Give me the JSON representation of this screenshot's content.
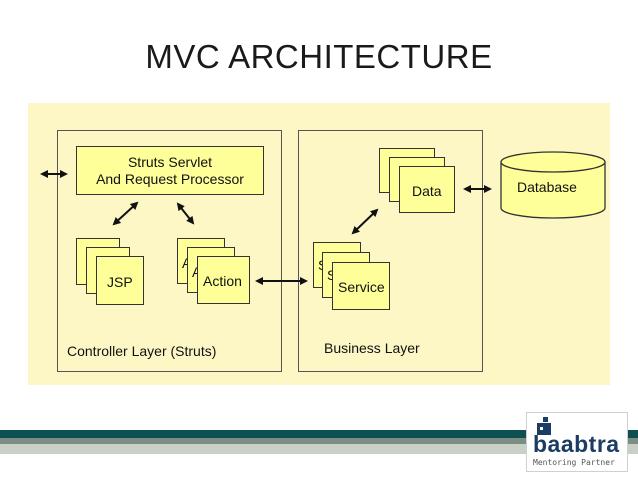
{
  "title": "MVC ARCHITECTURE",
  "diagram": {
    "servlet_line1": "Struts Servlet",
    "servlet_line2": "And Request Processor",
    "jsp_label": "JSP",
    "action_label": "Action",
    "action_stack_peek": "A",
    "service_label": "Service",
    "service_stack_peek": "S",
    "data_label": "Data",
    "database_label": "Database",
    "controller_layer_label": "Controller Layer (Struts)",
    "business_layer_label": "Business Layer"
  },
  "logo": {
    "name": "baabtra",
    "tagline": "Mentoring Partner"
  },
  "colors": {
    "diagram_background": "#fdf7c6",
    "box_fill": "#ffff9a",
    "footer_dark": "#0e4f52",
    "logo_blue": "#1b3d63"
  }
}
